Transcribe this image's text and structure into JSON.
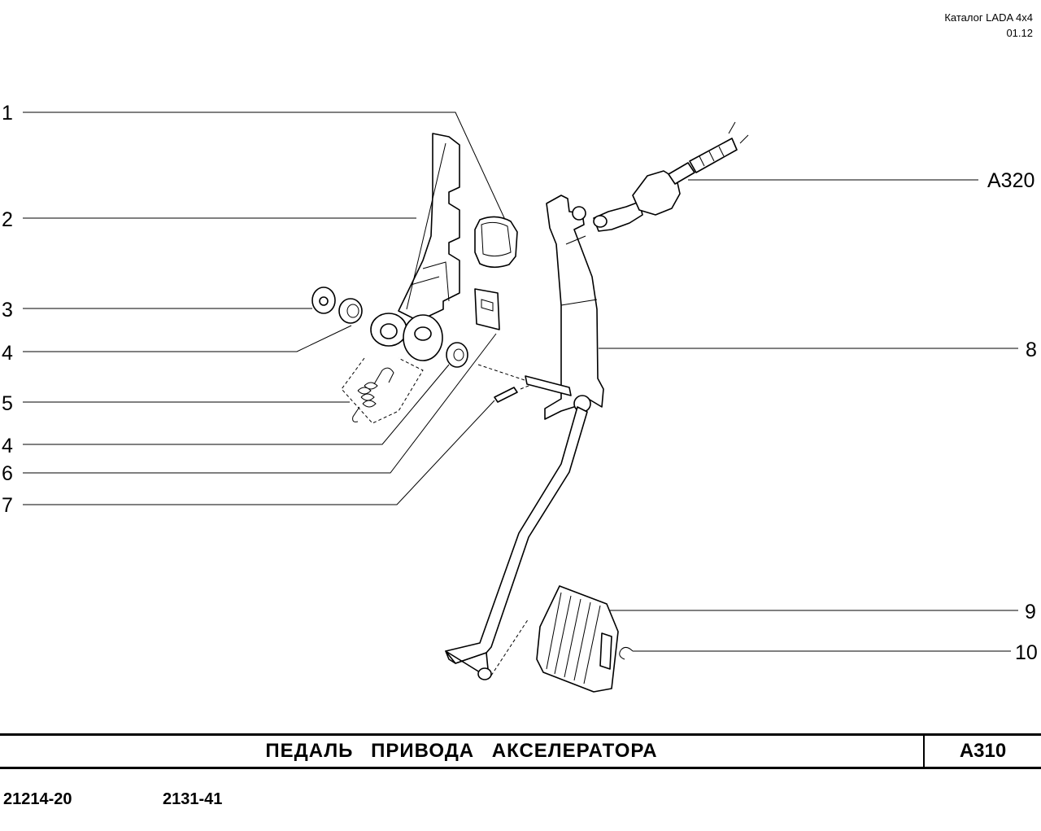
{
  "header": {
    "catalog": "Каталог  LADA  4x4",
    "date": "01.12"
  },
  "callouts": {
    "c1": "1",
    "c2": "2",
    "c3": "3",
    "c4a": "4",
    "c5": "5",
    "c4b": "4",
    "c6": "6",
    "c7": "7",
    "c8": "8",
    "c9": "9",
    "c10": "10",
    "ref": "A320"
  },
  "title": {
    "name": "ПЕДАЛЬ   ПРИВОДА   АКСЕЛЕРАТОРА",
    "code": "A310"
  },
  "footer": {
    "model1": "21214-20",
    "model2": "2131-41"
  }
}
